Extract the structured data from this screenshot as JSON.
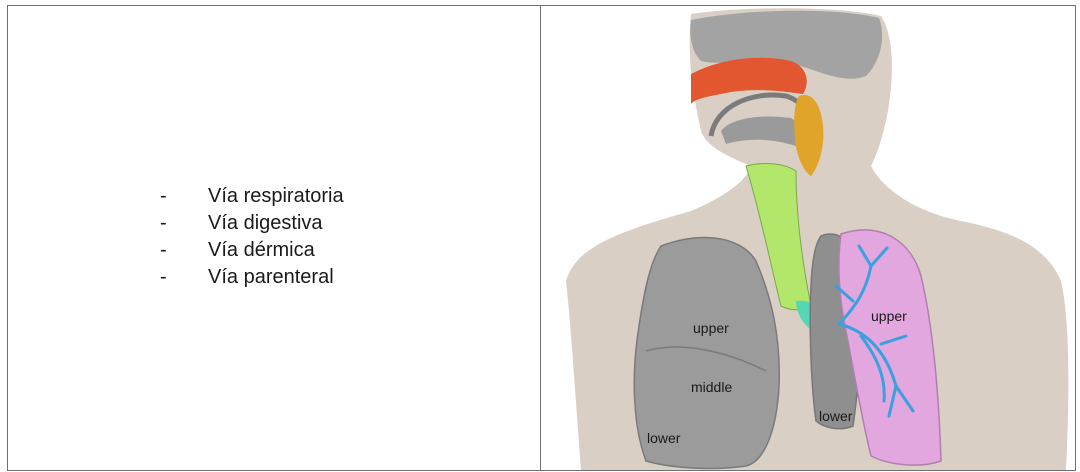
{
  "routes": {
    "items": [
      {
        "bullet": "-",
        "label": "Vía respiratoria"
      },
      {
        "bullet": "-",
        "label": "Vía digestiva"
      },
      {
        "bullet": "-",
        "label": "Vía dérmica"
      },
      {
        "bullet": "-",
        "label": "Vía parenteral"
      }
    ]
  },
  "figure": {
    "labels": {
      "left_upper": "upper",
      "left_middle": "middle",
      "left_lower": "lower",
      "right_upper": "upper",
      "right_lower": "lower"
    },
    "colors": {
      "skin": "#d9cfc4",
      "nasal": "#e2572f",
      "pharynx": "#e0a42a",
      "trachea": "#b3e76c",
      "bronchus": "#55d6b4",
      "lung_grey": "#9b9b9b",
      "lung_pink": "#e2a7df",
      "bronchioles": "#3aa0de"
    }
  }
}
